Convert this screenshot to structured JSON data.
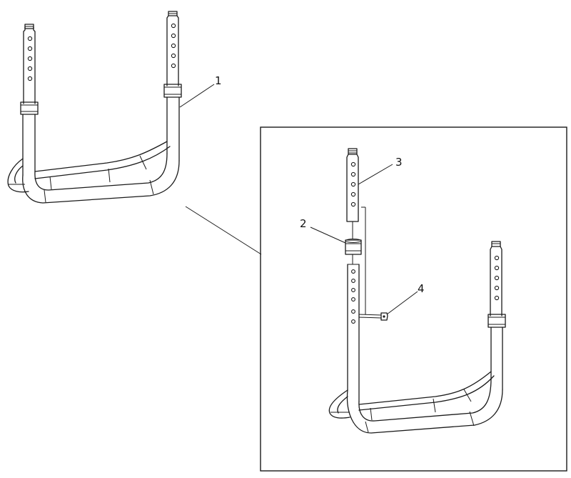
{
  "diagram": {
    "callouts": {
      "part1": "1",
      "part2": "2",
      "part3": "3",
      "part4": "4"
    },
    "colors": {
      "line": "#1a1a1a",
      "background": "#ffffff"
    }
  }
}
